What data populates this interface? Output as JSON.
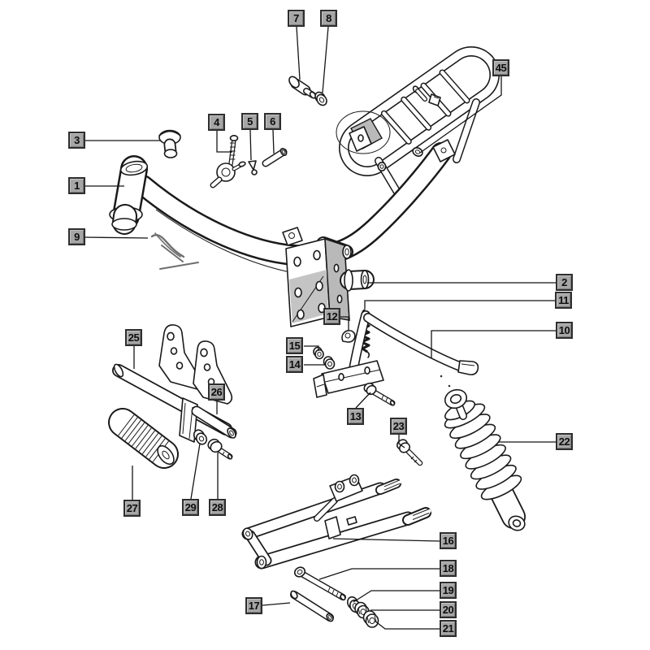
{
  "colors": {
    "background": "#ffffff",
    "line": "#1a1a1a",
    "label_fill": "#a6a6a6",
    "label_border": "#2e2e2e",
    "label_text": "#0d0d0d",
    "bracket_shade": "#b9b9b9",
    "decal_gray": "#6e6e6e"
  },
  "callouts": {
    "c1": "1",
    "c2": "2",
    "c3": "3",
    "c4": "4",
    "c5": "5",
    "c6": "6",
    "c7": "7",
    "c8": "8",
    "c9": "9",
    "c10": "10",
    "c11": "11",
    "c12": "12",
    "c13": "13",
    "c14": "14",
    "c15": "15",
    "c16": "16",
    "c17": "17",
    "c18": "18",
    "c19": "19",
    "c20": "20",
    "c21": "21",
    "c22": "22",
    "c23": "23",
    "c25": "25",
    "c26": "26",
    "c27": "27",
    "c28": "28",
    "c29": "29",
    "c45": "45"
  }
}
